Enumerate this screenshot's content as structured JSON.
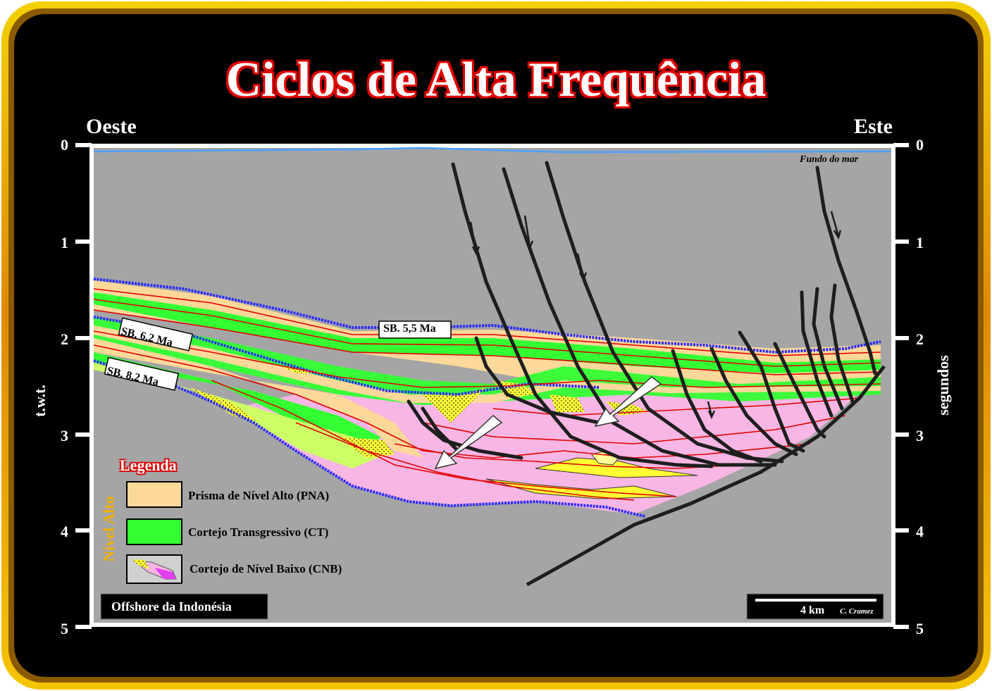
{
  "title": "Ciclos de Alta Frequência",
  "directions": {
    "west": "Oeste",
    "east": "Este"
  },
  "axes": {
    "left_label": "t.w.t.",
    "right_label": "segundos",
    "ticks": [
      "0",
      "1",
      "2",
      "3",
      "4",
      "5"
    ]
  },
  "annotations": {
    "seafloor": "Fundo do mar",
    "sb_55": "SB. 5,5 Ma",
    "sb_62": "SB. 6,2 Ma",
    "sb_82": "SB. 8,2 Ma"
  },
  "legend": {
    "title": "Legenda",
    "group_label": "Nível Alto",
    "items": [
      {
        "label": "Prisma de Nível Alto (PNA)",
        "color": "#fcd89a"
      },
      {
        "label": "Cortejo Transgressivo (CT)",
        "color": "#33ff33"
      },
      {
        "label": "Cortejo de Nível Baixo (CNB)",
        "color": "#f7b6e3"
      }
    ]
  },
  "location": "Offshore da Indonésia",
  "scale": {
    "label": "4 km",
    "credit": "C. Cramez"
  },
  "colors": {
    "background": "#a5a5a5",
    "pna": "#fcd89a",
    "ct": "#33ff33",
    "cnb": "#f7b6e3",
    "lowstand_fan": "#ffff33",
    "sequence_boundary": "#2a2aff",
    "surface": "#e00000",
    "fault": "#1e1e1e",
    "title_outline": "#e00000",
    "frame": "#f0c000"
  }
}
